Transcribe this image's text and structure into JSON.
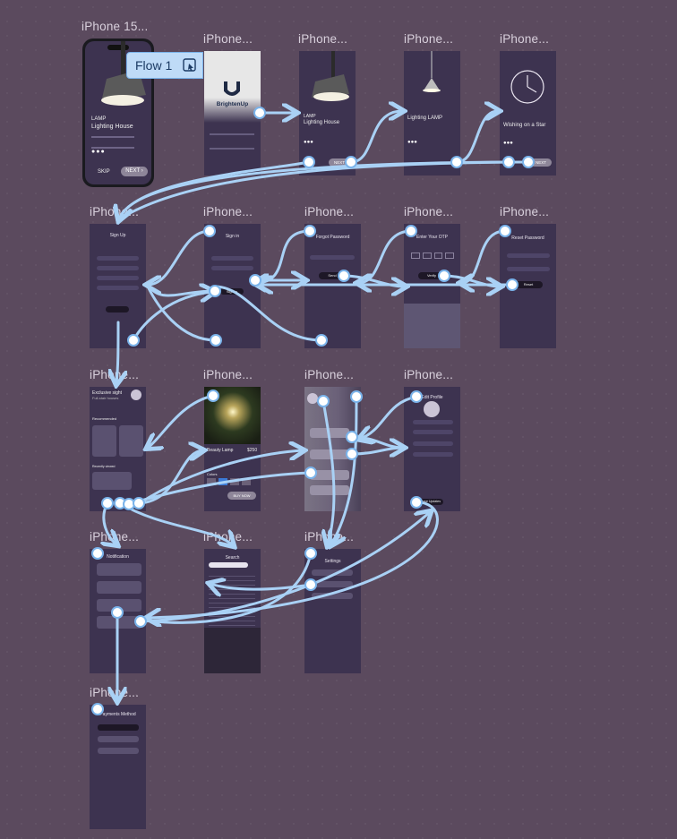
{
  "flow_badge": {
    "label": "Flow 1",
    "icon": "present-flow-icon"
  },
  "frame_labels": {
    "onboarding_1": "iPhone 15...",
    "default": "iPhone..."
  },
  "onboarding": {
    "brand": "BrightenUp",
    "lamp_caption": "LAMP",
    "lamp_title": "Lighting House",
    "wishing_title": "Wishing on a Star",
    "skip": "SKIP",
    "next": "NEXT",
    "lighting_lamp": "Lighting LAMP"
  },
  "auth": {
    "sign_up": "Sign Up",
    "sign_in": "Sign in",
    "forgot_password": "Forgot Password",
    "enter_otp": "Enter Your OTP",
    "reset_password": "Reset Password",
    "send": "Send",
    "verify": "Verify",
    "reset": "Reset"
  },
  "home": {
    "heading": "Exclusive sight",
    "subheading": "Full-stair houses",
    "recommended": "Recommended",
    "recently_viewed": "Recently viewed"
  },
  "product": {
    "name": "Beauty Lamp",
    "price": "$250",
    "colors": "Colors",
    "buy_now": "BUY NOW"
  },
  "profile": {
    "edit_profile": "Edit Profile",
    "update": "Save Updates"
  },
  "screens": {
    "notification": "Notification",
    "search": "Search",
    "settings": "Settings",
    "payments": "Payments Method"
  },
  "colors": {
    "canvas": "#5b4a5e",
    "frame": "#3d3350",
    "wire": "#a9d1f5",
    "badge": "#bfdbf7"
  }
}
